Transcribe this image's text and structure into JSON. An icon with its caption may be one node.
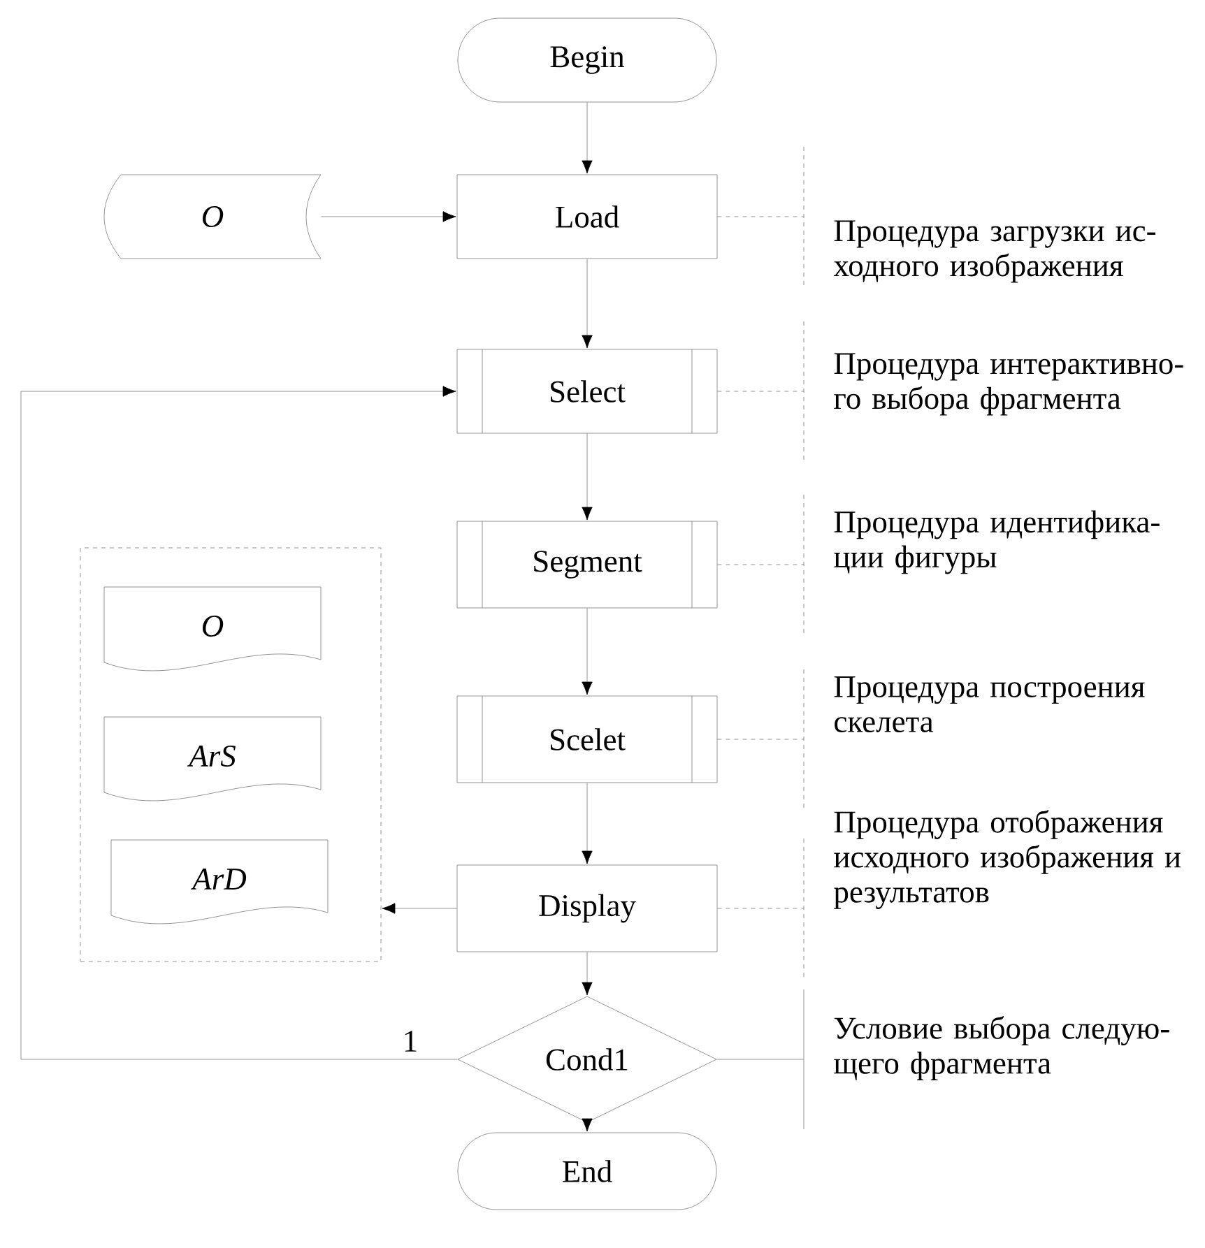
{
  "diagram": {
    "nodes": [
      {
        "text": [
          "Begin"
        ]
      },
      {
        "text": [
          "O"
        ]
      },
      {
        "text": [
          "Load"
        ]
      },
      {
        "text": [
          "Select"
        ]
      },
      {
        "text": [
          "Segment"
        ]
      },
      {
        "text": [
          "Scelet"
        ]
      },
      {
        "text": [
          "Display"
        ]
      },
      {
        "text": [],
        "shape": "box"
      },
      {
        "text": [
          "O"
        ],
        "in": 7
      },
      {
        "text": [
          "ArS"
        ],
        "in": 7
      },
      {
        "text": [
          "ArD"
        ],
        "in": 7
      },
      {
        "text": [
          "Cond1"
        ]
      },
      {
        "text": [
          "End"
        ]
      },
      {
        "text": [
          "Процедура загрузки ис-ходного изображения"
        ]
      },
      {
        "text": [
          "Процедура интерактивно-го выбора фрагмента"
        ]
      },
      {
        "text": [
          "Процедура идентифика-ции фигуры"
        ]
      },
      {
        "text": [
          "Процедура построения скелета"
        ]
      },
      {
        "text": [
          "Процедура отображения исходного изображения и результатов"
        ]
      },
      {
        "text": [
          "Условие выбора следую-щего фрагмента"
        ]
      }
    ],
    "edges": [
      {
        "from": 0,
        "to": 2,
        "arrow": "to"
      },
      {
        "from": 1,
        "to": 2,
        "arrow": "to"
      },
      {
        "from": 2,
        "to": 3,
        "arrow": "to"
      },
      {
        "from": 3,
        "to": 4,
        "arrow": "to"
      },
      {
        "from": 4,
        "to": 5,
        "arrow": "to"
      },
      {
        "from": 5,
        "to": 6,
        "arrow": "to"
      },
      {
        "from": 6,
        "to": 7,
        "arrow": "to"
      },
      {
        "from": 6,
        "to": 11,
        "arrow": "to"
      },
      {
        "from": 11,
        "to": 3,
        "arrow": "to",
        "label": "1"
      },
      {
        "from": 11,
        "to": 12,
        "arrow": "to"
      },
      {
        "from": 2,
        "to": 13,
        "arrow": "none",
        "style": "dashed"
      },
      {
        "from": 3,
        "to": 14,
        "arrow": "none",
        "style": "dashed"
      },
      {
        "from": 4,
        "to": 15,
        "arrow": "none",
        "style": "dashed"
      },
      {
        "from": 5,
        "to": 16,
        "arrow": "none",
        "style": "dashed"
      },
      {
        "from": 6,
        "to": 17,
        "arrow": "none",
        "style": "dashed"
      },
      {
        "from": 11,
        "to": 18,
        "arrow": "none"
      }
    ]
  }
}
